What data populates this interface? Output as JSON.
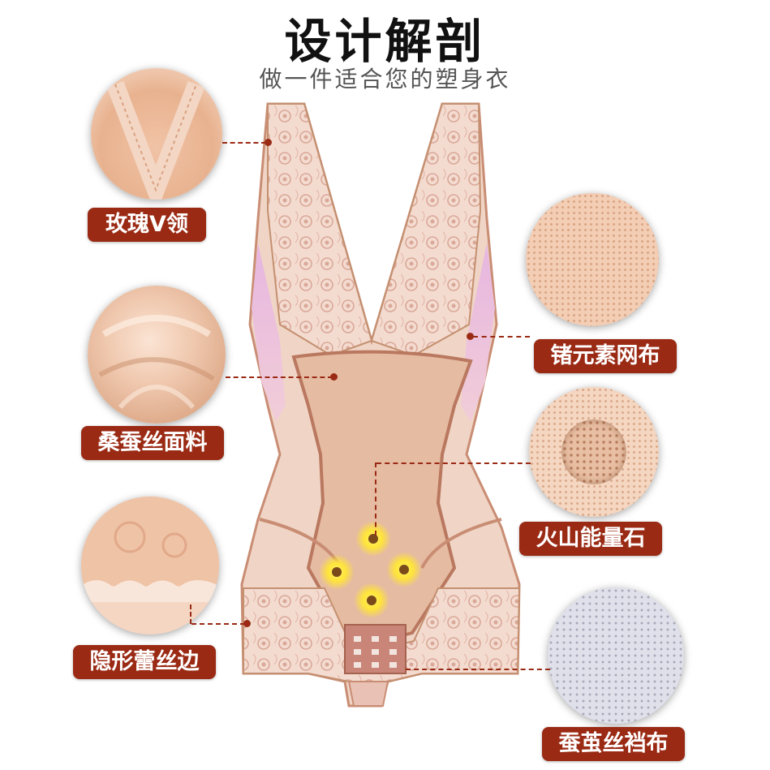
{
  "header": {
    "title": "设计解剖",
    "subtitle": "做一件适合您的塑身衣"
  },
  "features": {
    "v_neck": {
      "label": "玫瑰V领",
      "icon": "lace-vneck-closeup"
    },
    "mulberry_silk": {
      "label": "桑蚕丝面料",
      "icon": "silk-fabric-closeup"
    },
    "hidden_lace": {
      "label": "隐形蕾丝边",
      "icon": "lace-edge-closeup"
    },
    "germanium_mesh": {
      "label": "锗元素网布",
      "icon": "mesh-fabric-closeup"
    },
    "volcanic_stone": {
      "label": "火山能量石",
      "icon": "energy-stone-closeup"
    },
    "silk_crotch": {
      "label": "蚕茧丝裆布",
      "icon": "crotch-fabric-closeup"
    }
  },
  "colors": {
    "accent": "#9a2a14",
    "garment": "#eac3aa",
    "lace": "#f2d6c8",
    "side_panel": "#d98ed0"
  }
}
